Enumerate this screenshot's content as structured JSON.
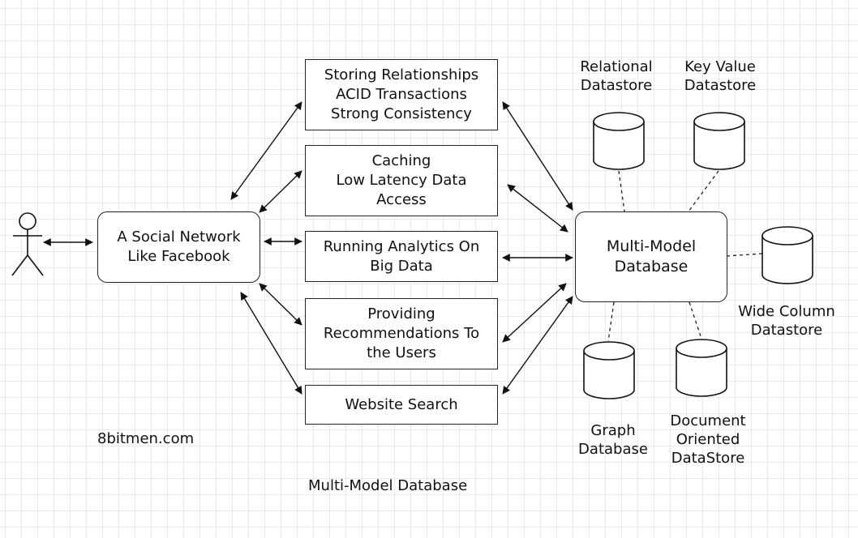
{
  "actor": {
    "icon": "stick-figure-user-icon"
  },
  "social_network": {
    "label": "A Social Network\nLike Facebook"
  },
  "use_cases": [
    {
      "label": "Storing Relationships\nACID Transactions\nStrong Consistency"
    },
    {
      "label": "Caching\nLow Latency Data\nAccess"
    },
    {
      "label": "Running Analytics On\nBig Data"
    },
    {
      "label": "Providing\nRecommendations To\nthe Users"
    },
    {
      "label": "Website Search"
    }
  ],
  "multi_model_db": {
    "label": "Multi-Model\nDatabase"
  },
  "datastores": [
    {
      "label": "Relational\nDatastore",
      "icon": "database-cylinder-icon"
    },
    {
      "label": "Key Value\nDatastore",
      "icon": "database-cylinder-icon"
    },
    {
      "label": "Wide Column\nDatastore",
      "icon": "database-cylinder-icon"
    },
    {
      "label": "Graph\nDatabase",
      "icon": "database-cylinder-icon"
    },
    {
      "label": "Document\nOriented\nDataStore",
      "icon": "database-cylinder-icon"
    }
  ],
  "watermark": "8bitmen.com",
  "caption": "Multi-Model Database"
}
